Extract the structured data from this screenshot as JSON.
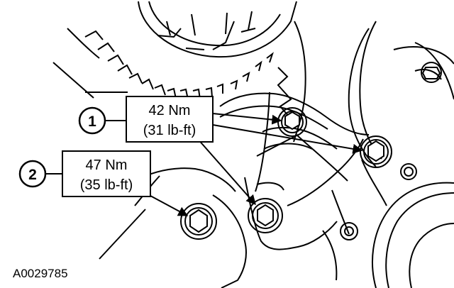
{
  "callouts": [
    {
      "number": "1",
      "torque_nm": "42 Nm",
      "torque_lbft": "(31 lb-ft)"
    },
    {
      "number": "2",
      "torque_nm": "47 Nm",
      "torque_lbft": "(35 lb-ft)"
    }
  ],
  "figure_id": "A0029785"
}
